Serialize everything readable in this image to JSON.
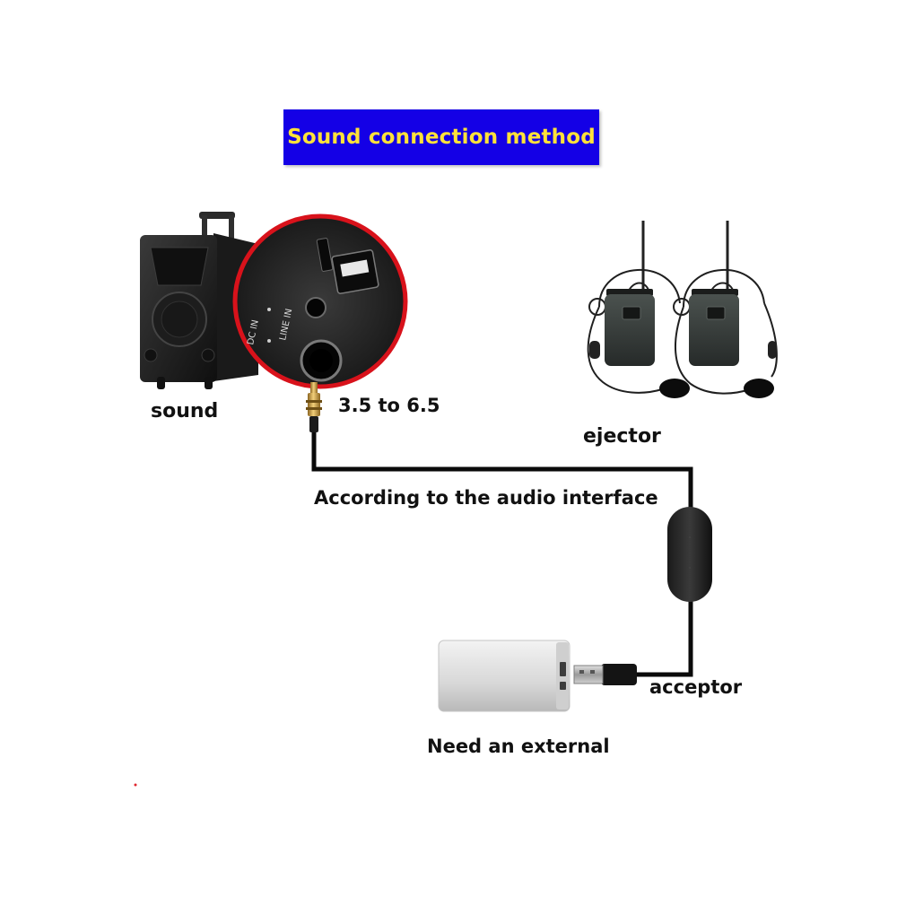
{
  "diagram": {
    "title": "Sound connection method",
    "labels": {
      "sound": "sound",
      "adapter": "3.5 to 6.5",
      "ejector": "ejector",
      "interface": "According to the audio interface",
      "acceptor": "acceptor",
      "external": "Need an external"
    },
    "panel_text": {
      "line_in": "LINE IN",
      "dc_in": "DC IN"
    },
    "colors": {
      "banner_bg": "#1400e6",
      "banner_text": "#ffe23a",
      "label_text": "#111111",
      "cable": "#0a0a0a",
      "panel_ring": "#d8121b",
      "plug_gold": "#d6a243"
    },
    "icons": [
      "trolley-speaker-icon",
      "speaker-panel-closeup-icon",
      "audio-plug-adapter-icon",
      "wireless-headset-transmitter-icon",
      "usb-receiver-icon",
      "power-bank-icon"
    ]
  }
}
